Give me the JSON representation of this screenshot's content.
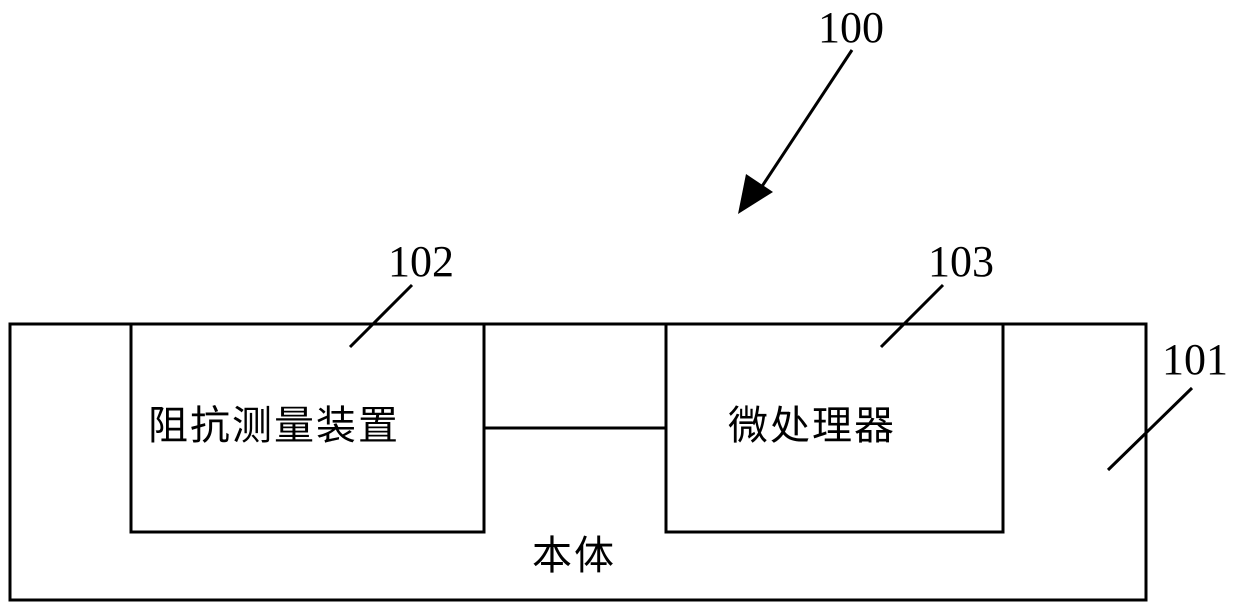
{
  "labels": {
    "system_ref": "100",
    "body_ref": "101",
    "impedance_ref": "102",
    "microprocessor_ref": "103"
  },
  "blocks": {
    "impedance_device": "阻抗测量装置",
    "microprocessor": "微处理器",
    "body": "本体"
  }
}
